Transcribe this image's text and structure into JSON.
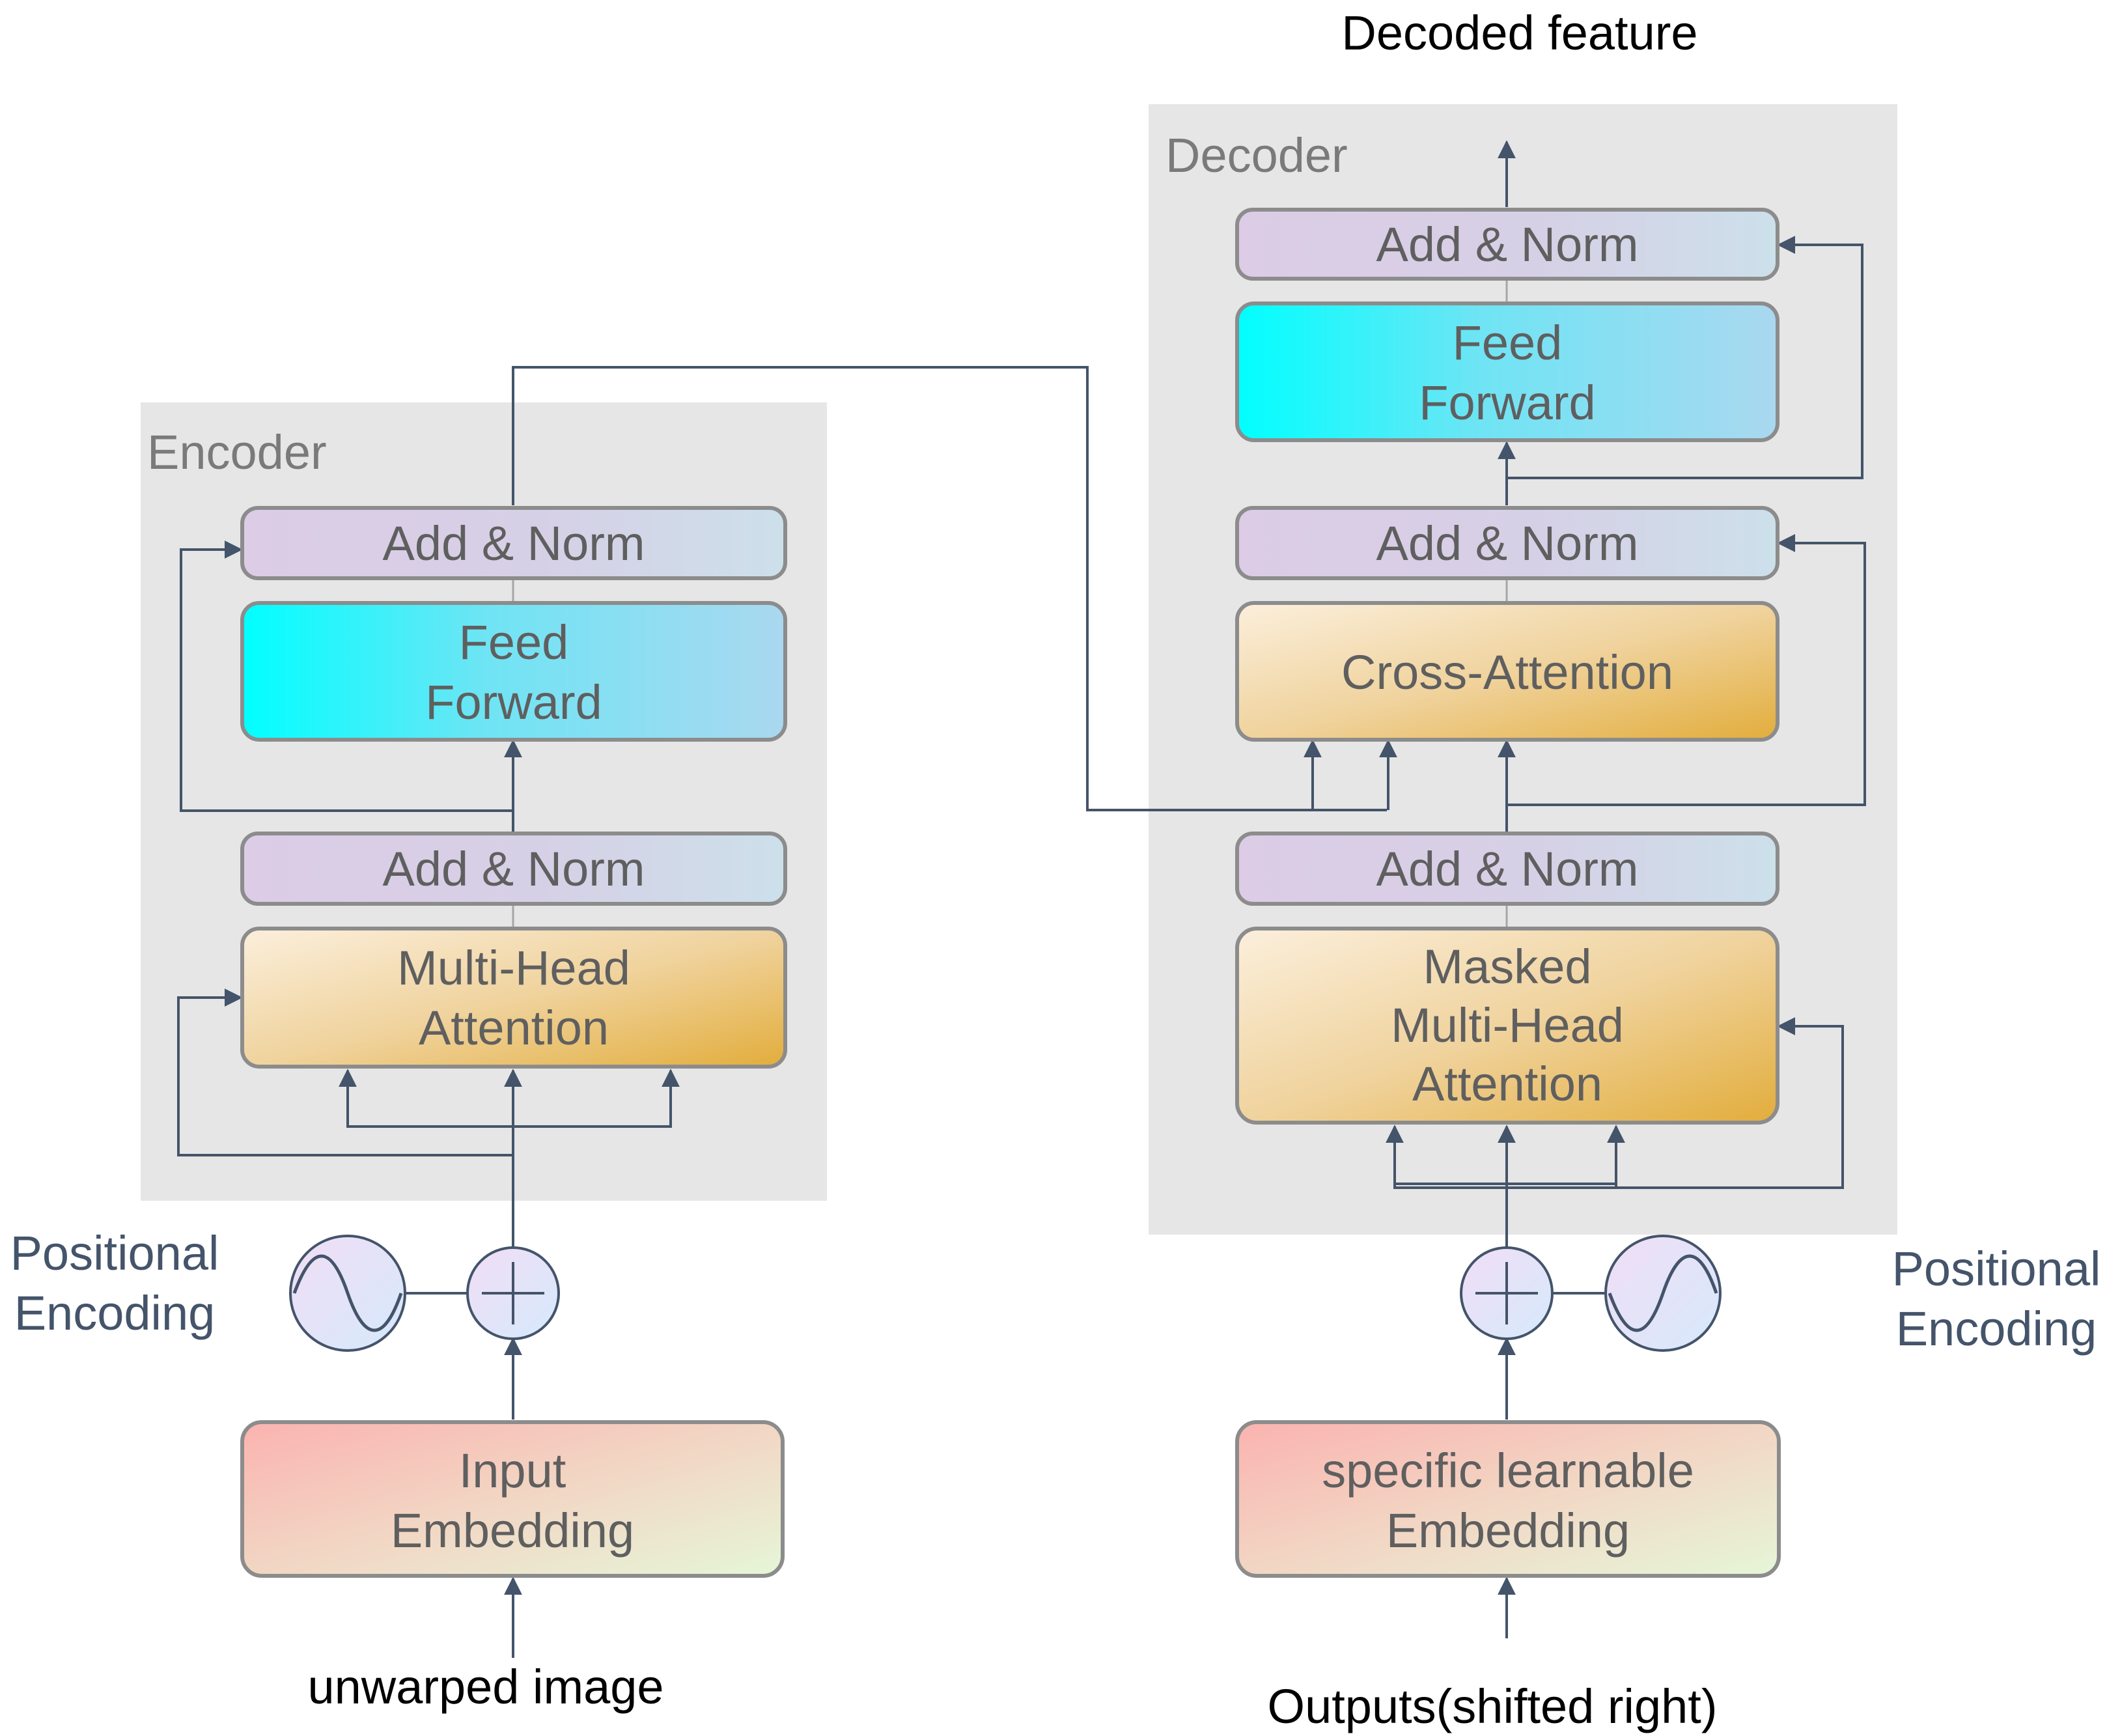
{
  "encoder": {
    "title": "Encoder",
    "add_norm_top": "Add & Norm",
    "feed_forward": [
      "Feed",
      "Forward"
    ],
    "add_norm_bottom": "Add & Norm",
    "attention": [
      "Multi-Head",
      "Attention"
    ],
    "positional_encoding": [
      "Positional",
      "Encoding"
    ],
    "embedding": [
      "Input",
      "Embedding"
    ],
    "input_label": "unwarped image"
  },
  "decoder": {
    "title": "Decoder",
    "add_norm_top": "Add & Norm",
    "feed_forward": [
      "Feed",
      "Forward"
    ],
    "add_norm_mid": "Add & Norm",
    "cross_attention": "Cross-Attention",
    "add_norm_bottom": "Add & Norm",
    "masked_attention": [
      "Masked",
      "Multi-Head",
      "Attention"
    ],
    "positional_encoding": [
      "Positional",
      "Encoding"
    ],
    "embedding": [
      "specific learnable",
      "Embedding"
    ],
    "input_label": "Outputs(shifted right)",
    "output_label": "Decoded feature"
  },
  "colors": {
    "panel": "#e6e6e6",
    "wire": "#44546a",
    "add_norm": [
      "#dccce6",
      "#cce0ea"
    ],
    "feed_forward": [
      "#00ffff",
      "#aad8f0"
    ],
    "attention": [
      "#f9ead4",
      "#e4b144"
    ],
    "embedding": [
      "#fbb5b1",
      "#e8f5d8"
    ],
    "circle": [
      "#eee0f6",
      "#d9e9fa"
    ]
  },
  "icons": {
    "plus": "plus-circle-icon",
    "sine": "sine-wave-icon"
  }
}
